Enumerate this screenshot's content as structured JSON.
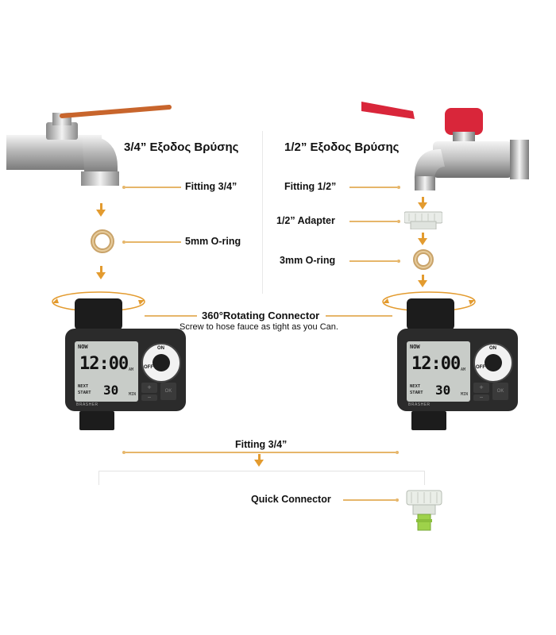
{
  "left": {
    "title": "3/4” Εξοδος Βρύσης",
    "fitting": "Fitting 3/4”",
    "oring": "5mm O-ring"
  },
  "right": {
    "title": "1/2” Εξοδος Βρύσης",
    "fitting": "Fitting 1/2”",
    "adapter": "1/2” Adapter",
    "oring": "3mm O-ring"
  },
  "connector": {
    "title": "360°Rotating Connector",
    "note": "Screw to hose fauce as tight as you Can."
  },
  "bottom": {
    "fitting": "Fitting 3/4”",
    "quick": "Quick Connector"
  },
  "timer": {
    "now": "NOW",
    "time": "12:00",
    "am": "AM",
    "next": "NEXT",
    "start": "START",
    "duration": "30",
    "min": "MIN",
    "brand": "BRASHER",
    "on": "ON",
    "off": "OFF",
    "plus": "+",
    "minus": "−",
    "ok": "OK"
  },
  "colors": {
    "guide": "#e6b66a",
    "arrow": "#e39b2f",
    "left_handle": "#c8652c",
    "right_handle": "#d9263a",
    "timer_body": "#2b2b2b",
    "lcd": "#c8ccc8"
  }
}
